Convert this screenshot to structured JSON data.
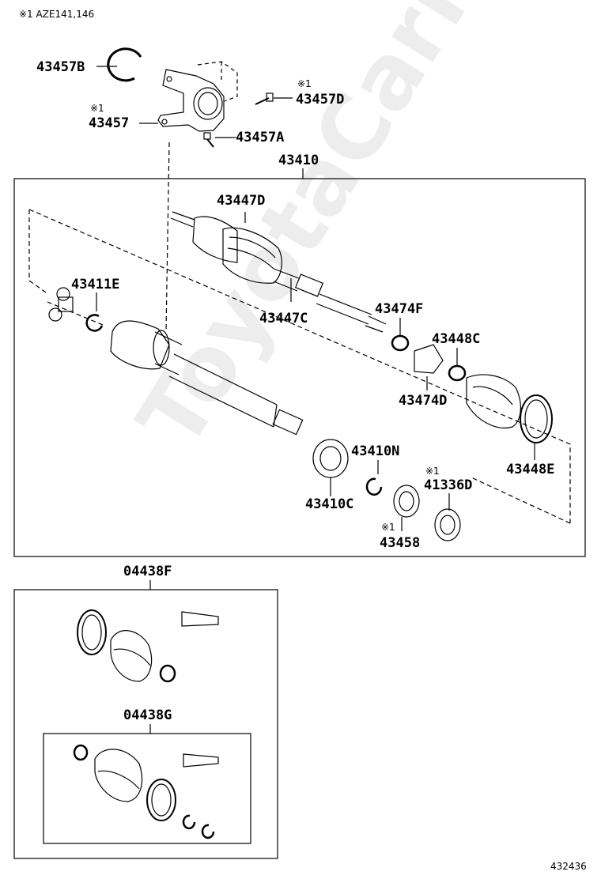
{
  "header_note": "※1 AZE141,146",
  "figure_number": "432436",
  "watermark": "ToyotaCarMine.ru",
  "colors": {
    "line": "#000000",
    "background": "#ffffff",
    "watermark": "#e6e6e6"
  },
  "parts": {
    "p43457B": "43457B",
    "p43457D": "43457D",
    "p43457": "43457",
    "p43457A": "43457A",
    "p43410": "43410",
    "p43447D": "43447D",
    "p43411E": "43411E",
    "p43447C": "43447C",
    "p43474F": "43474F",
    "p43448C": "43448C",
    "p43474D": "43474D",
    "p43410N": "43410N",
    "p41336D": "41336D",
    "p43448E": "43448E",
    "p43410C": "43410C",
    "p43458": "43458",
    "p04438F": "04438F",
    "p04438G": "04438G"
  },
  "note_mark": "※1"
}
